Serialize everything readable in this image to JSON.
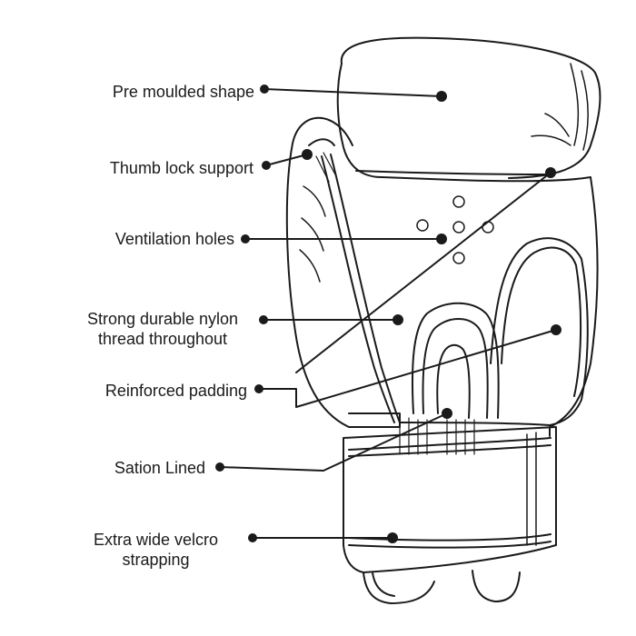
{
  "diagram": {
    "labels": {
      "pre_moulded": "Pre moulded shape",
      "thumb_lock": "Thumb lock support",
      "ventilation": "Ventilation holes",
      "nylon_line1": "Strong durable nylon",
      "nylon_line2": "thread throughout",
      "reinforced": "Reinforced padding",
      "satin": "Sation Lined",
      "velcro_line1": "Extra wide velcro",
      "velcro_line2": "strapping"
    },
    "colors": {
      "ink": "#1a1a1a",
      "background": "#ffffff"
    }
  }
}
